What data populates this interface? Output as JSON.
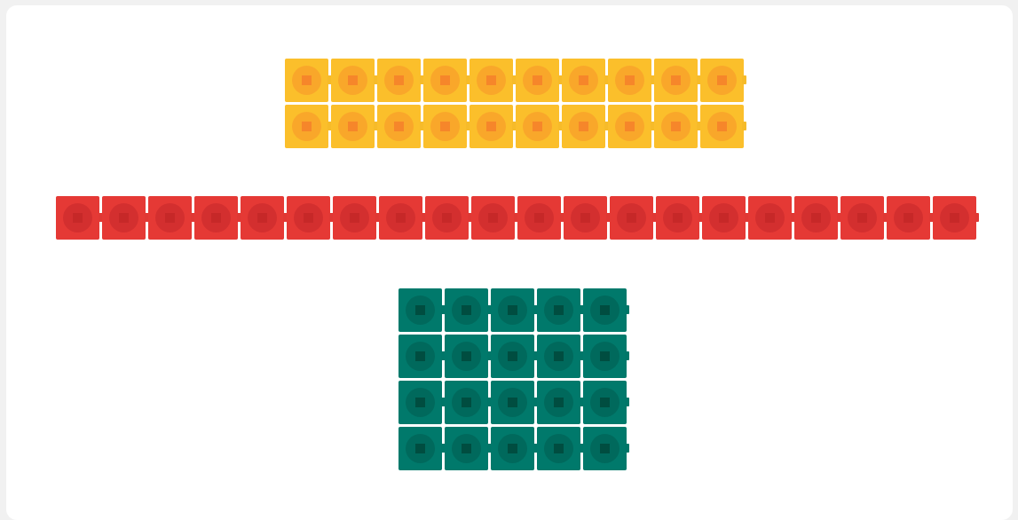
{
  "groups": [
    {
      "name": "yellow-cube-group",
      "rows": 2,
      "cols": 10,
      "colors": {
        "cube": "#fbbf2b",
        "circle": "#f9a72a",
        "square": "#f6862a"
      }
    },
    {
      "name": "red-cube-group",
      "rows": 1,
      "cols": 20,
      "colors": {
        "cube": "#e53935",
        "circle": "#d32f2f",
        "square": "#c62828"
      }
    },
    {
      "name": "teal-cube-group",
      "rows": 4,
      "cols": 5,
      "colors": {
        "cube": "#00796b",
        "circle": "#00695c",
        "square": "#004d40"
      }
    }
  ]
}
